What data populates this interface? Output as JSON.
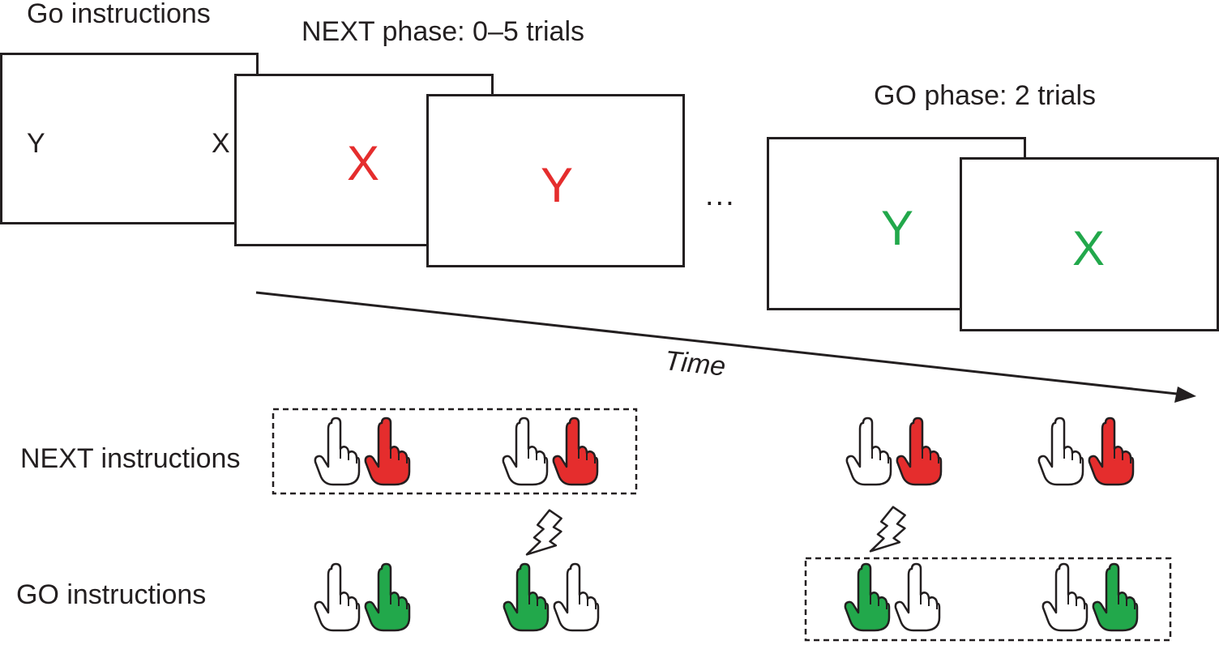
{
  "labels": {
    "go_instructions_top": "Go instructions",
    "next_phase": "NEXT phase: 0–5 trials",
    "go_phase": "GO phase: 2 trials",
    "time": "Time",
    "ellipsis": "...",
    "next_instructions": "NEXT instructions",
    "go_instructions": "GO instructions"
  },
  "screens": {
    "instruction": {
      "left_letter": "Y",
      "right_letter": "X"
    },
    "next_1": {
      "letter": "X"
    },
    "next_2": {
      "letter": "Y"
    },
    "go_1": {
      "letter": "Y"
    },
    "go_2": {
      "letter": "X"
    }
  },
  "next_hand_pairs": [
    {
      "left": "white",
      "right": "red"
    },
    {
      "left": "white",
      "right": "red"
    },
    {
      "left": "white",
      "right": "red"
    },
    {
      "left": "white",
      "right": "red"
    }
  ],
  "go_hand_pairs": [
    {
      "left": "white",
      "right": "green"
    },
    {
      "left": "green",
      "right": "white"
    },
    {
      "left": "green",
      "right": "white"
    },
    {
      "left": "white",
      "right": "green"
    }
  ],
  "colors": {
    "next": "#e52d2d",
    "go": "#22a84b",
    "outline": "#231f20"
  }
}
